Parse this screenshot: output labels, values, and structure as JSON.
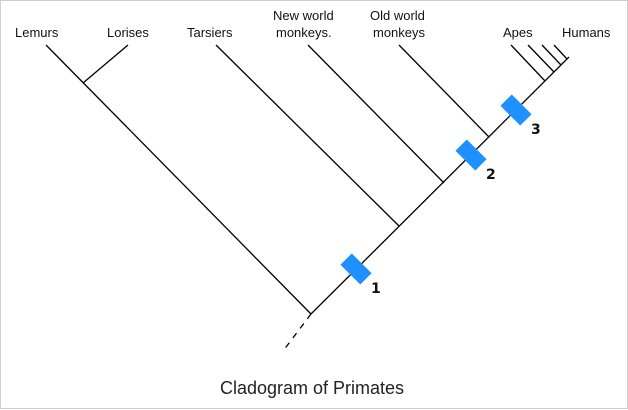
{
  "caption": "Cladogram of Primates",
  "colors": {
    "line": "#000000",
    "marker": "#1e90ff",
    "text": "#111111"
  },
  "taxa": {
    "lemurs": "Lemurs",
    "lorises": "Lorises",
    "tarsiers": "Tarsiers",
    "new_world_monkeys": [
      "New world",
      "monkeys."
    ],
    "old_world_monkeys": [
      "Old world",
      "monkeys"
    ],
    "apes": "Apes",
    "humans": "Humans"
  },
  "markers": [
    {
      "label": "1"
    },
    {
      "label": "2"
    },
    {
      "label": "3"
    }
  ]
}
